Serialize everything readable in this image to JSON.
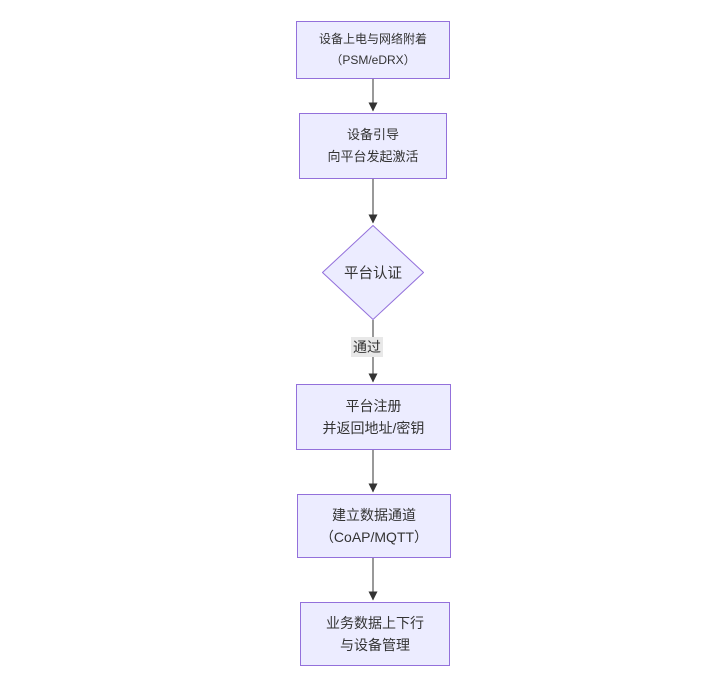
{
  "diagram": {
    "type": "flowchart",
    "direction": "top-down",
    "colors": {
      "background": "#ffffff",
      "node_fill": "#ECECFF",
      "node_border": "#9370DB",
      "text": "#333333",
      "arrow": "#333333",
      "edge_label_bg": "#e8e8e8"
    },
    "nodes": [
      {
        "id": "power-attach",
        "shape": "rect",
        "lines": [
          "设备上电与网络附着",
          "（PSM/eDRX）"
        ]
      },
      {
        "id": "bootstrap",
        "shape": "rect",
        "lines": [
          "设备引导",
          "向平台发起激活"
        ]
      },
      {
        "id": "platform-auth",
        "shape": "diamond",
        "lines": [
          "平台认证"
        ]
      },
      {
        "id": "platform-register",
        "shape": "rect",
        "lines": [
          "平台注册",
          "并返回地址/密钥"
        ]
      },
      {
        "id": "data-channel",
        "shape": "rect",
        "lines": [
          "建立数据通道",
          "（CoAP/MQTT）"
        ]
      },
      {
        "id": "business-data",
        "shape": "rect",
        "lines": [
          "业务数据上下行",
          "与设备管理"
        ]
      }
    ],
    "edges": [
      {
        "from": "power-attach",
        "to": "bootstrap",
        "label": ""
      },
      {
        "from": "bootstrap",
        "to": "platform-auth",
        "label": ""
      },
      {
        "from": "platform-auth",
        "to": "platform-register",
        "label": "通过"
      },
      {
        "from": "platform-register",
        "to": "data-channel",
        "label": ""
      },
      {
        "from": "data-channel",
        "to": "business-data",
        "label": ""
      }
    ]
  }
}
